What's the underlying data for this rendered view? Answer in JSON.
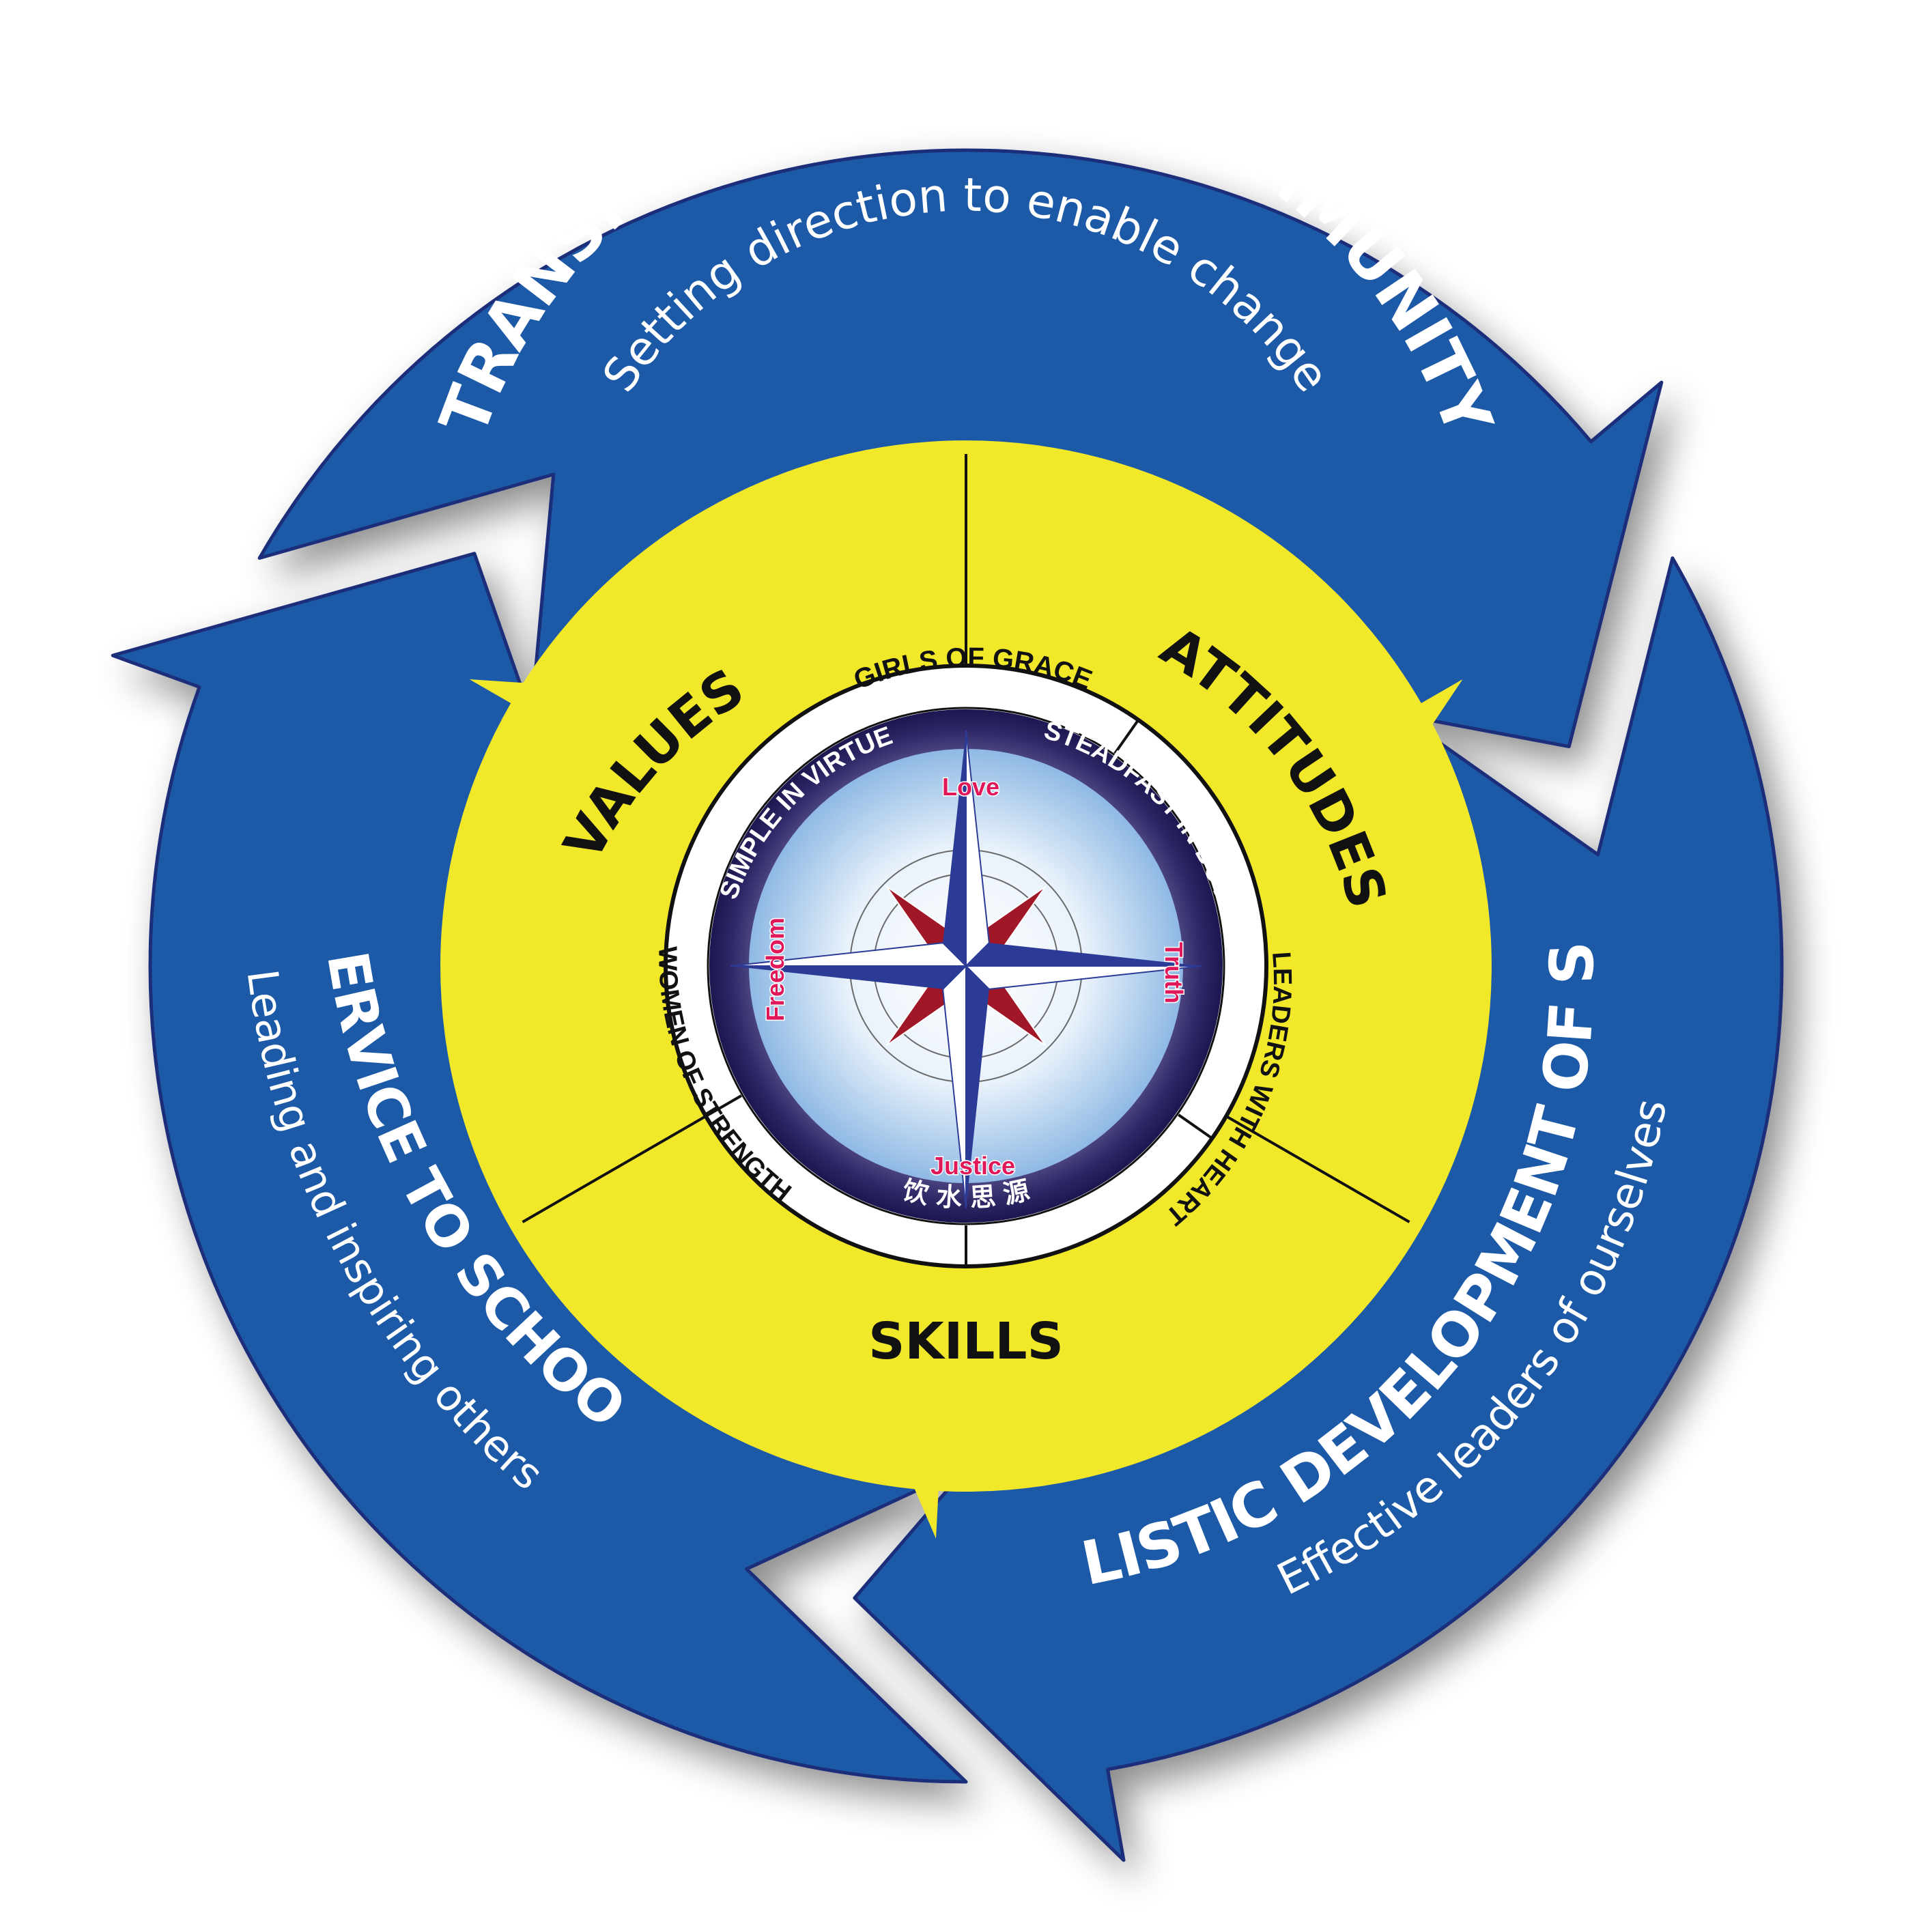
{
  "diagram": {
    "colors": {
      "outer_blue": "#1f5aa8",
      "outer_stroke": "#1a2f7a",
      "yellow": "#f2e82a",
      "band_purple": "#3b3479",
      "compass_blue": "#2b3b96",
      "compass_red": "#a01828",
      "direction_pink": "#e0185a"
    },
    "outer_cycle": {
      "top": {
        "title": "TRANSFORMATION OF COMMUNITY",
        "subtitle": "Setting direction to enable change"
      },
      "left": {
        "title": "SERVICE TO SCHOOL",
        "subtitle": "Leading and inspiring others"
      },
      "right": {
        "title": "HOLISTIC DEVELOPMENT OF SELF",
        "subtitle": "Effective leaders of ourselves"
      }
    },
    "middle_ring": {
      "values": "VALUES",
      "attitudes": "ATTITUDES",
      "skills": "SKILLS"
    },
    "white_ring": {
      "top": "GIRLS OF GRACE",
      "right": "LEADERS WITH HEART",
      "left": "WOMEN OF STRENGTH"
    },
    "purple_band": {
      "left": "SIMPLE IN VIRTUE",
      "right": "STEADFAST IN DUTY",
      "motto": "饮 水 思 源"
    },
    "compass": {
      "north": "Love",
      "east": "Truth",
      "south": "Justice",
      "west": "Freedom"
    }
  }
}
